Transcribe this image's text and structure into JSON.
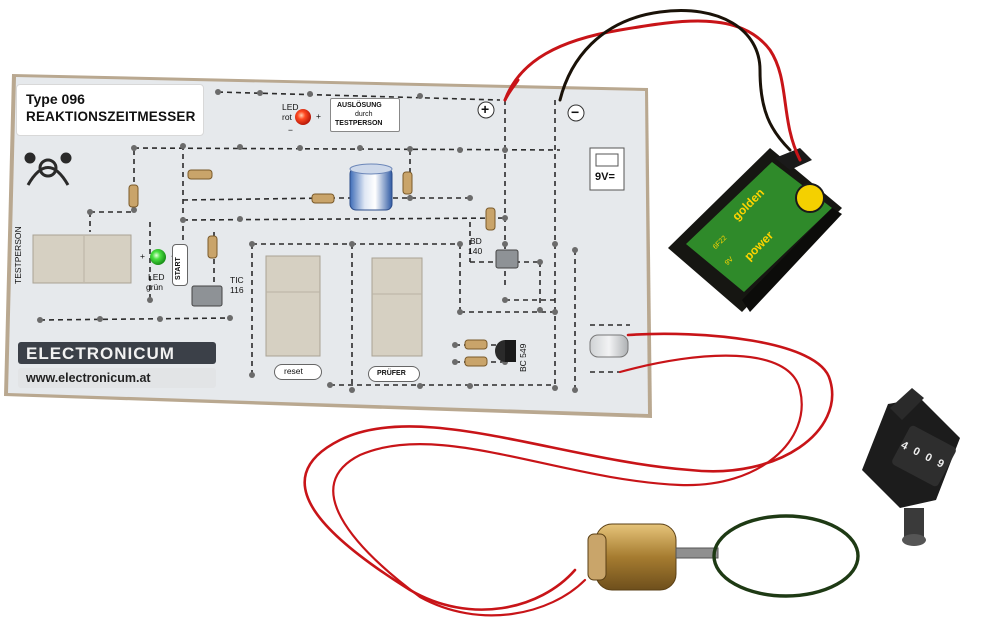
{
  "board": {
    "type_label": "Type 096",
    "title": "REAKTIONSZEITMESSER",
    "brand": "ELECTRONICUM",
    "website": "www.electronicum.at",
    "labels": {
      "testperson": "TESTPERSON",
      "led_red": "LED",
      "led_red_color": "rot",
      "led_green": "LED",
      "led_green_color": "grün",
      "start": "START",
      "ausloesung_line1": "AUSLÖSUNG",
      "ausloesung_line2": "durch",
      "ausloesung_line3": "TESTPERSON",
      "tic": "TIC",
      "tic_num": "116",
      "bd": "BD",
      "bd_num": "140",
      "bc": "BC 549",
      "reset": "reset",
      "pruefer": "PRÜFER",
      "plus": "+",
      "minus": "−",
      "battery_socket": "9V=",
      "green_plus": "+",
      "green_minus": "−",
      "red_plus": "+",
      "red_minus": "−"
    }
  },
  "battery": {
    "brand": "golden",
    "brand2": "power",
    "fine_print_1": "6F22",
    "fine_print_2": "9V"
  },
  "colors": {
    "board": "#e6e9ec",
    "board_edge": "#b9a890",
    "battery_green": "#2f8a2a",
    "battery_black": "#161612",
    "wire_red": "#c81418",
    "wire_black": "#1a1208",
    "led_red": "#ff3a1a",
    "led_green": "#3fdc3a",
    "motor_brass": "#b08a3a"
  },
  "counter": {
    "digits": [
      "4",
      "0",
      "0",
      "9"
    ]
  }
}
